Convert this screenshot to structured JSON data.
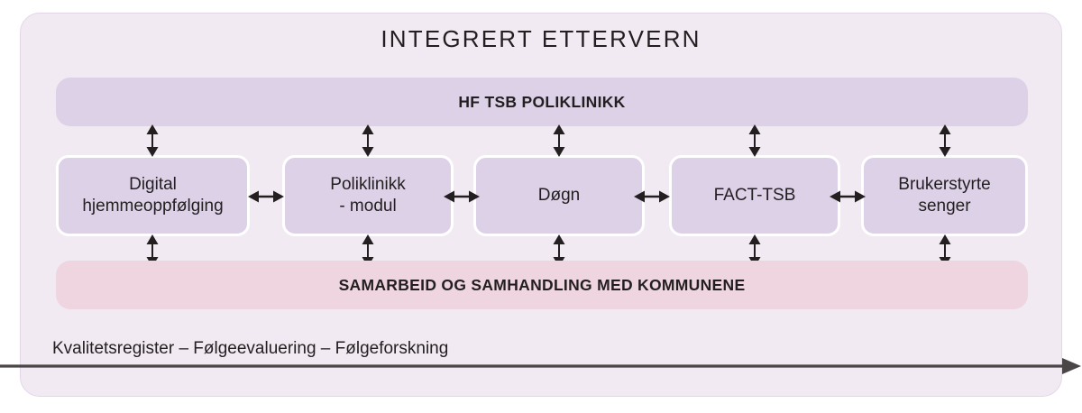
{
  "diagram": {
    "title": "INTEGRERT ETTERVERN",
    "top_band": {
      "label": "HF TSB POLIKLINIKK",
      "color": "#ddd1e7"
    },
    "bottom_band": {
      "label": "SAMARBEID OG SAMHANDLING MED KOMMUNENE",
      "color": "#eed5e0"
    },
    "boxes": [
      {
        "label": "Digital hjemmeoppfølging",
        "line1": "Digital",
        "line2": "hjemmeoppfølging"
      },
      {
        "label": "Poliklinikk - modul",
        "line1": "Poliklinikk",
        "line2": "- modul"
      },
      {
        "label": "Døgn",
        "line1": "Døgn",
        "line2": ""
      },
      {
        "label": "FACT-TSB",
        "line1": "FACT-TSB",
        "line2": ""
      },
      {
        "label": "Brukerstyrte senger",
        "line1": "Brukerstyrte",
        "line2": "senger"
      }
    ],
    "caption": "Kvalitetsregister – Følgeevaluering – Følgeforskning",
    "colors": {
      "outer_background": "#f1eaf2",
      "box_fill": "#ddd1e7",
      "band_pink": "#eed5e0",
      "arrow": "#231f20",
      "text": "#231f20"
    },
    "arrows": {
      "vertical_top": "double-headed-vertical-arrow",
      "vertical_bottom": "double-headed-vertical-arrow",
      "horizontal": "double-headed-horizontal-arrow",
      "timeline": "right-arrow"
    }
  }
}
